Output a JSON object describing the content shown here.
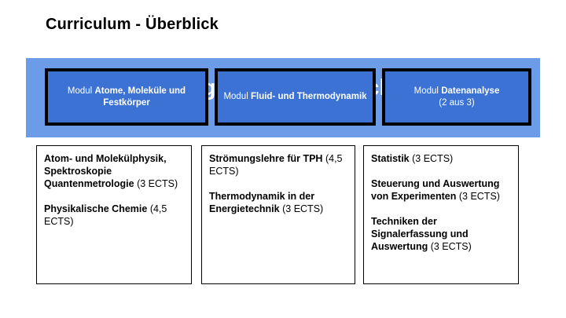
{
  "slide": {
    "title": "Curriculum - Überblick"
  },
  "banner": {
    "background_color": "#6C9BE8",
    "box_color": "#3B72D4",
    "heading": "Allgemeiner Bereich",
    "modules": [
      {
        "prefix": "Modul ",
        "name": "Atome, Moleküle und Festkörper",
        "note": ""
      },
      {
        "prefix": "Modul ",
        "name": "Fluid- und Thermodynamik",
        "note": ""
      },
      {
        "prefix": "Modul ",
        "name": "Datenanalyse",
        "note": "(2 aus 3)"
      }
    ]
  },
  "columns": [
    {
      "items": [
        {
          "name": "Atom- und Molekülphysik, Spektroskopie Quantenmetrologie",
          "ects": "(3 ECTS)"
        },
        {
          "name": "Physikalische Chemie",
          "ects": "(4,5 ECTS)"
        }
      ]
    },
    {
      "items": [
        {
          "name": "Strömungslehre für TPH",
          "ects": "(4,5 ECTS)"
        },
        {
          "name": "Thermodynamik in der Energietechnik",
          "ects": "(3 ECTS)"
        }
      ]
    },
    {
      "items": [
        {
          "name": "Statistik",
          "ects": "(3 ECTS)"
        },
        {
          "name": "Steuerung und Auswertung von Experimenten",
          "ects": "(3 ECTS)"
        },
        {
          "name": "Techniken der Signalerfassung und Auswertung",
          "ects": "(3 ECTS)"
        }
      ]
    }
  ]
}
